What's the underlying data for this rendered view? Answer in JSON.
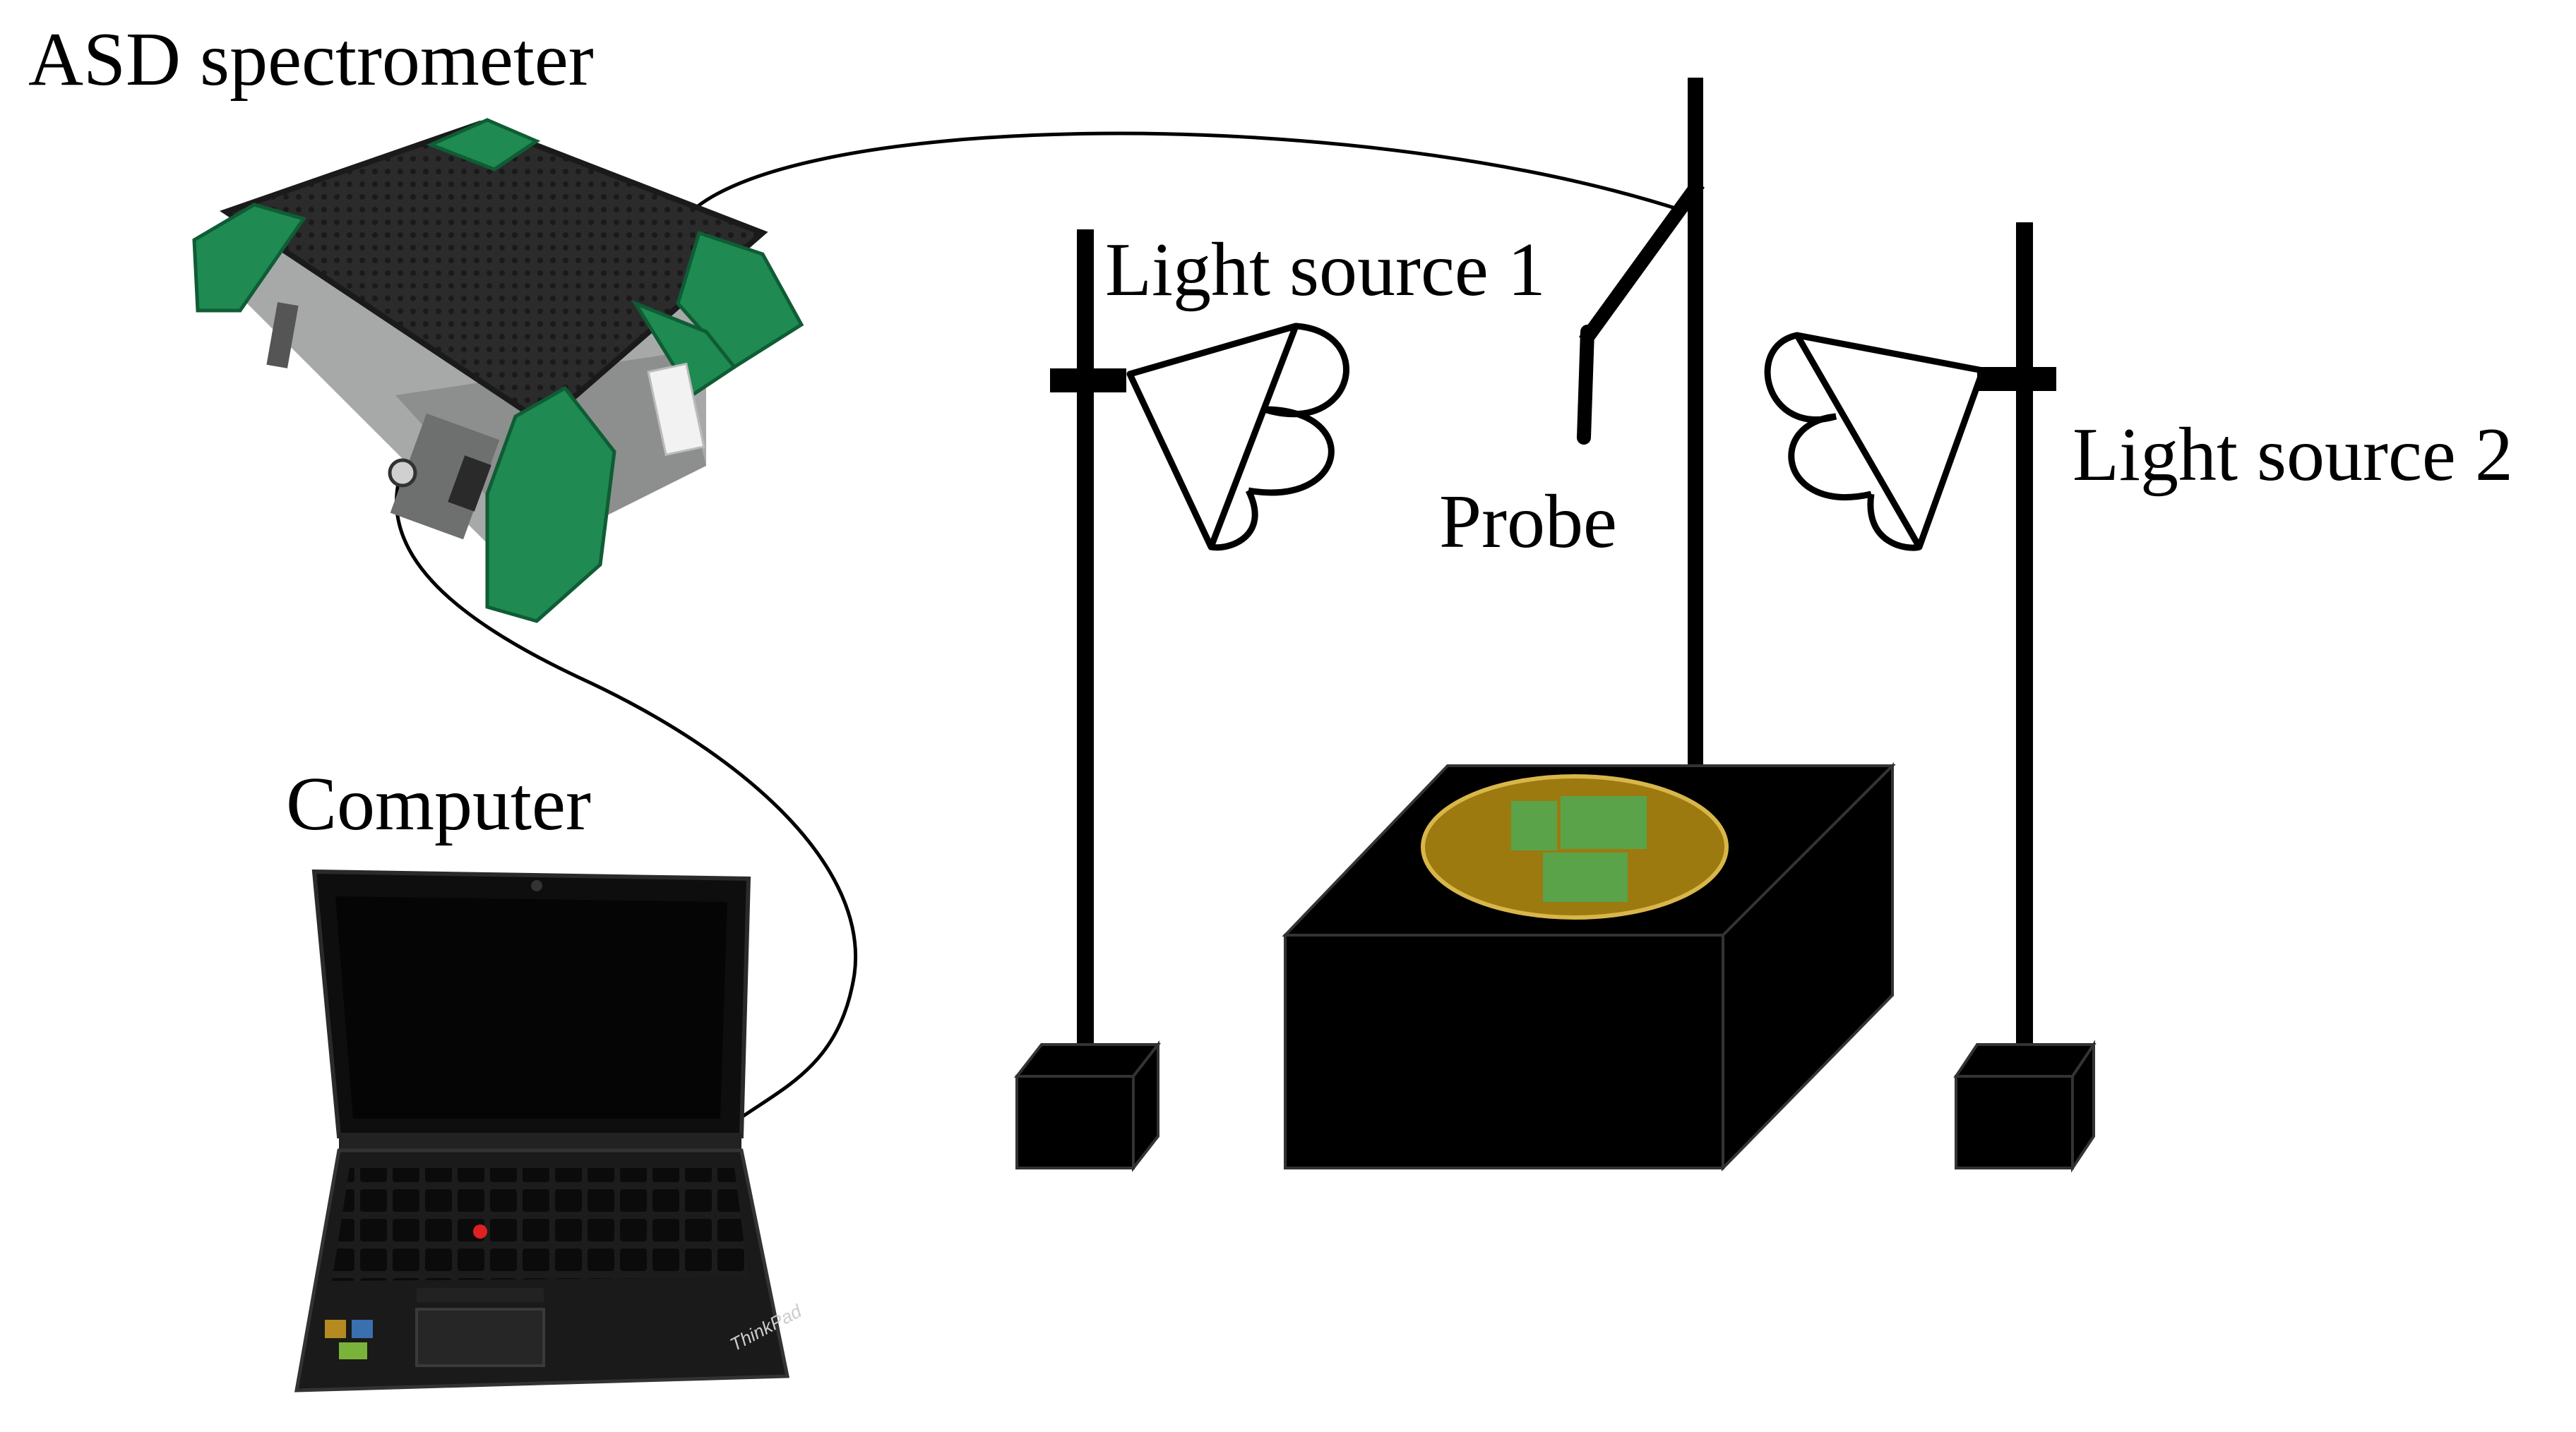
{
  "labels": {
    "spectrometer": "ASD spectrometer",
    "computer": "Computer",
    "light_source_1": "Light source 1",
    "light_source_2": "Light source 2",
    "probe": "Probe"
  },
  "laptop_brand": "ThinkPad",
  "colors": {
    "spectrometer_bumper": "#1f8a52",
    "spectrometer_body": "#a7a9a8",
    "spectrometer_mesh": "#2b2b2b",
    "apparatus": "#000000",
    "sample_tray": "#9c7a10",
    "sample_tray_edge": "#d8b64a",
    "samples": "#5aa349",
    "trackpoint": "#e02020",
    "background": "#ffffff"
  }
}
